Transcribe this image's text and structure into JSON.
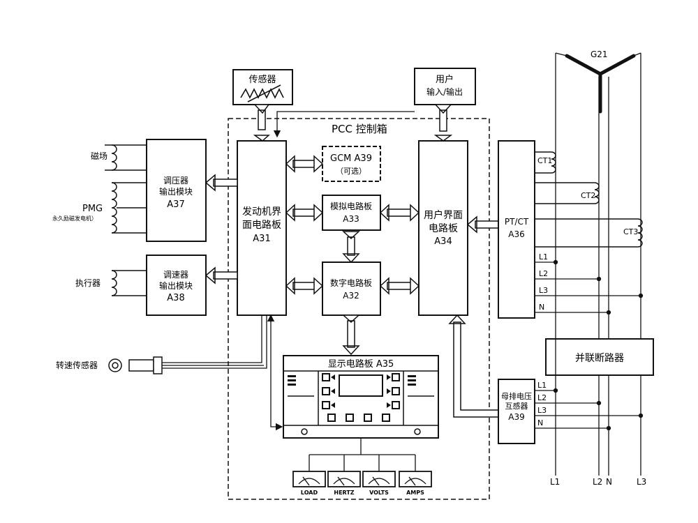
{
  "pcc": {
    "title": "PCC 控制箱"
  },
  "sensor": {
    "label": "传感器"
  },
  "user_io": {
    "line1": "用户",
    "line2": "输入/输出"
  },
  "gcm": {
    "line1": "GCM A39",
    "line2": "（可选）"
  },
  "engine_board": {
    "line1": "发动机界",
    "line2": "面电路板",
    "line3": "A31"
  },
  "analog_board": {
    "line1": "模拟电路板",
    "line2": "A33"
  },
  "digital_board": {
    "line1": "数字电路板",
    "line2": "A32"
  },
  "user_board": {
    "line1": "用户界面",
    "line2": "电路板",
    "line3": "A34"
  },
  "display_board": {
    "title": "显示电路板 A35"
  },
  "voltage_module": {
    "line1": "调压器",
    "line2": "输出模块",
    "line3": "A37"
  },
  "governor_module": {
    "line1": "调速器",
    "line2": "输出模块",
    "line3": "A38"
  },
  "ptct": {
    "line1": "PT/CT",
    "line2": "A36"
  },
  "bus_pt": {
    "line1": "母排电压",
    "line2": "互感器",
    "line3": "A39"
  },
  "breaker": {
    "label": "并联断路器"
  },
  "left_labels": {
    "field": "磁场",
    "pmg": "PMG",
    "pmg_sub": "永久励磁发电机）",
    "actuator": "执行器",
    "speed_sensor": "转速传感器"
  },
  "generator": {
    "label": "G21"
  },
  "ct_labels": [
    "CT1",
    "CT2",
    "CT3"
  ],
  "phase_labels": [
    "L1",
    "L2",
    "L3",
    "N"
  ],
  "bottom_phase_labels": [
    "L1",
    "L2",
    "N",
    "L3"
  ],
  "meters": [
    "LOAD",
    "HERTZ",
    "VOLTS",
    "AMPS"
  ]
}
